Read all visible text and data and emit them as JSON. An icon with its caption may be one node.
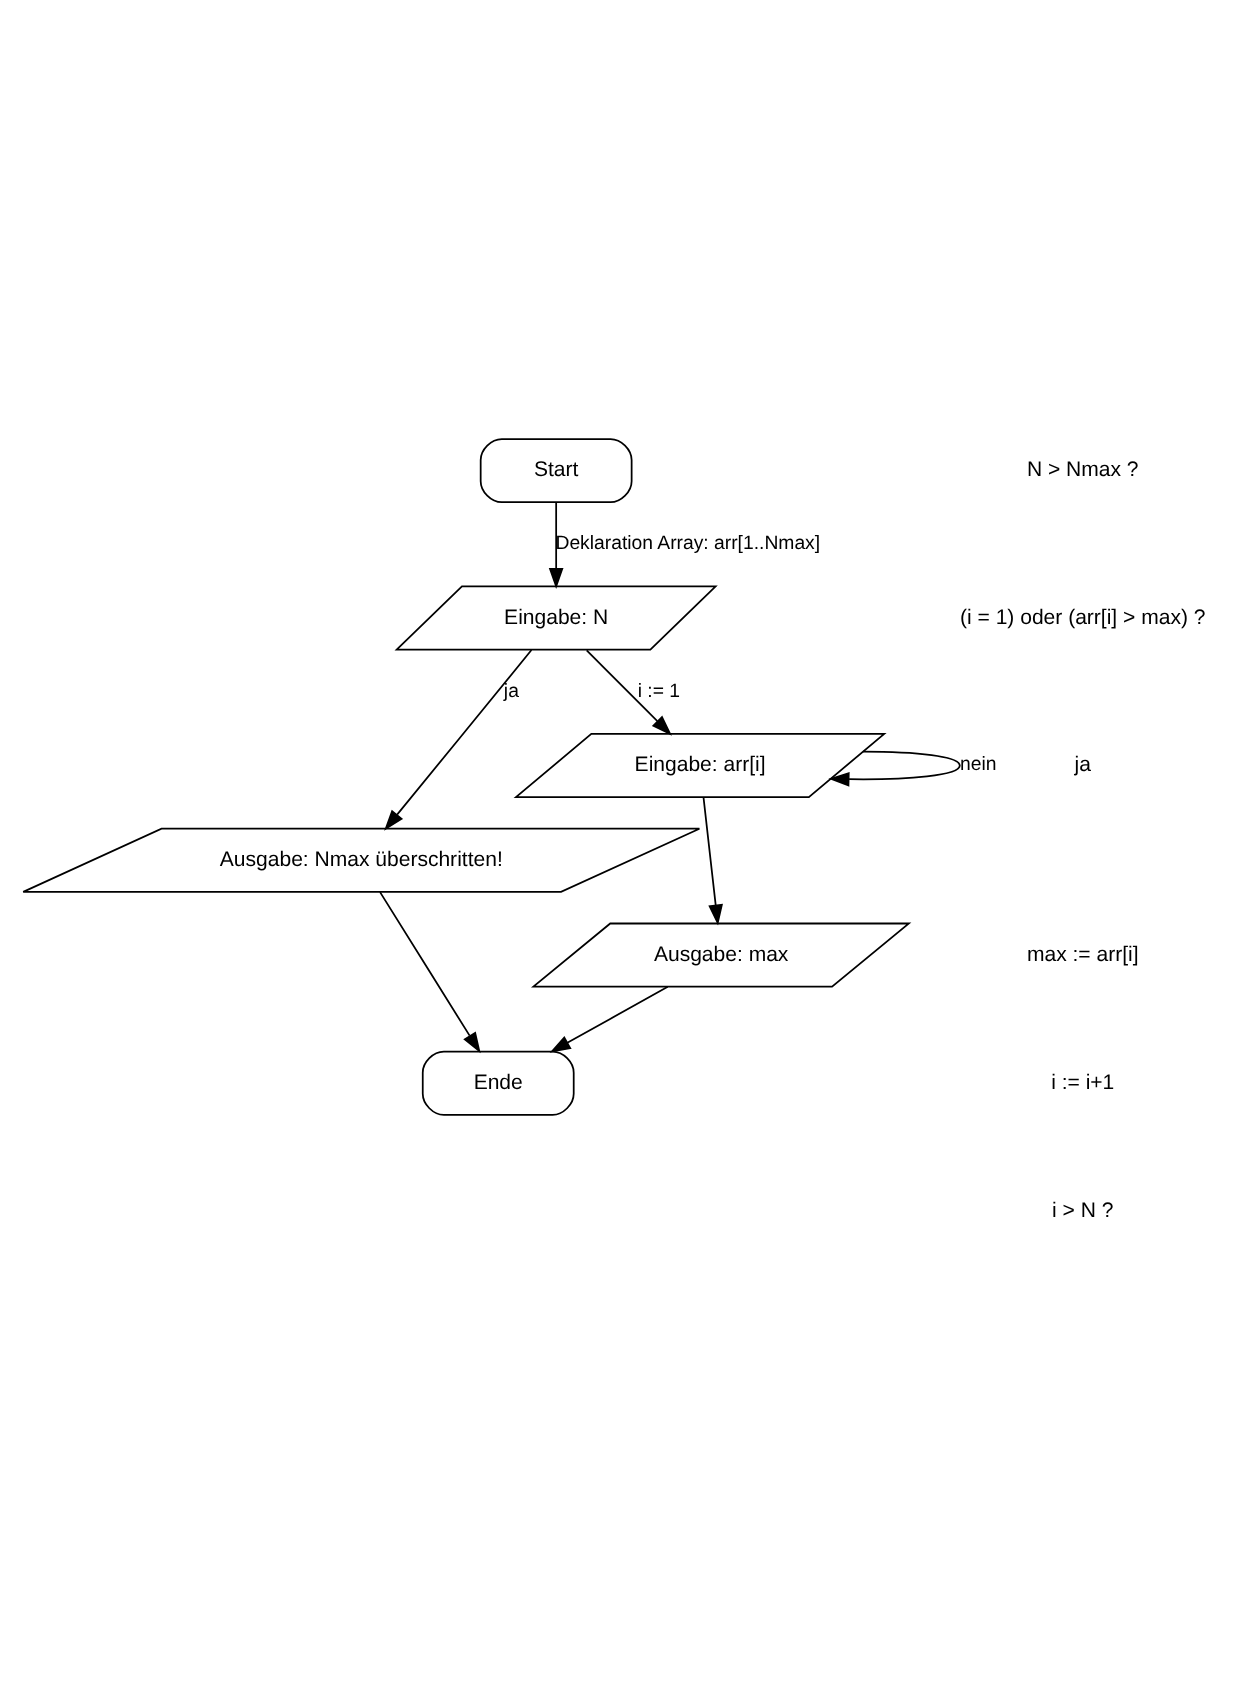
{
  "diagram": {
    "nodes": [
      {
        "text": [
          "Start"
        ]
      },
      {
        "text": [
          "Eingabe: N"
        ]
      },
      {
        "text": [
          "Ausgabe: Nmax überschritten!"
        ]
      },
      {
        "text": [
          "Eingabe: arr[i]"
        ]
      },
      {
        "text": [
          "Ausgabe: max"
        ]
      },
      {
        "text": [
          "Ende"
        ]
      }
    ],
    "edges": [
      {
        "from": 0,
        "to": 1,
        "arrow": "to",
        "label": "Deklaration Array: arr[1..Nmax]"
      },
      {
        "from": 1,
        "to": 2,
        "arrow": "to",
        "label": "ja"
      },
      {
        "from": 1,
        "to": 3,
        "arrow": "to",
        "label": "i := 1"
      },
      {
        "from": 3,
        "to": 4,
        "arrow": "to"
      },
      {
        "from": 3,
        "to": 3,
        "arrow": "to",
        "label": "nein"
      },
      {
        "from": 4,
        "to": 5,
        "arrow": "to"
      },
      {
        "from": 2,
        "to": 5,
        "arrow": "to"
      }
    ],
    "labels": [
      "N > Nmax ?",
      "(i = 1) oder (arr[i] > max) ?",
      "ja",
      "max := arr[i]",
      "i := i+1",
      "i > N ?"
    ]
  }
}
